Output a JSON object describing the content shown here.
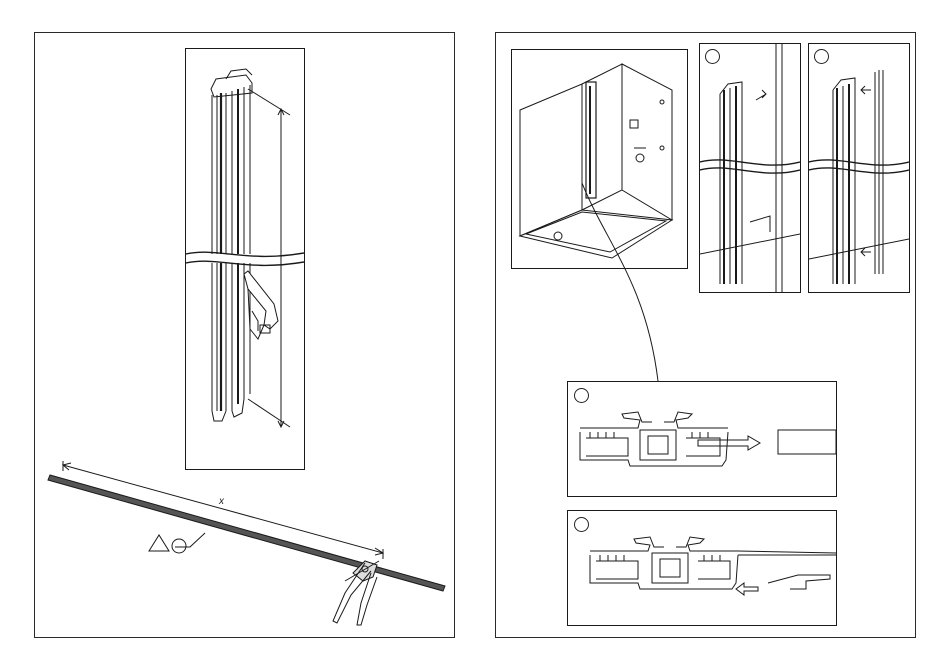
{
  "left_page": {
    "measure_label": "x"
  },
  "right_page": {
    "steps": [
      {
        "id": "step-a"
      },
      {
        "id": "step-b"
      },
      {
        "id": "step-c"
      },
      {
        "id": "step-d"
      }
    ]
  },
  "colors": {
    "line": "#1a1a1a",
    "frame": "#2a2a2a",
    "background": "#ffffff"
  }
}
